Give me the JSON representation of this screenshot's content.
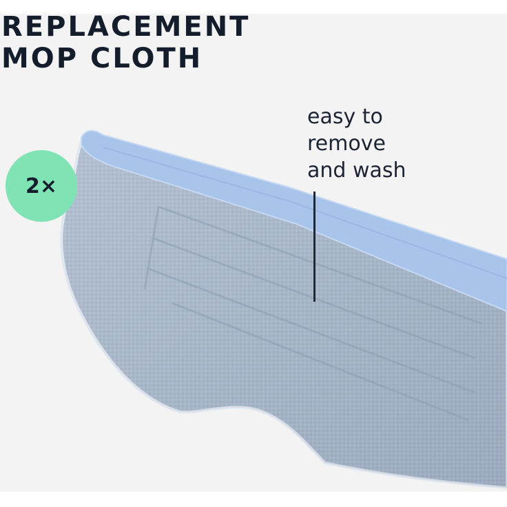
{
  "title": {
    "line1": "REPLACEMENT",
    "line2": "MOP CLOTH"
  },
  "badge": {
    "label": "2×",
    "color": "#7fe3b4"
  },
  "callout": {
    "line1": "easy to",
    "line2": "remove",
    "line3": "and wash"
  },
  "colors": {
    "background": "#f3f3f3",
    "text": "#141d2c",
    "cloth": "#a9b8cc",
    "cloth_edge": "#a8c4ea"
  }
}
